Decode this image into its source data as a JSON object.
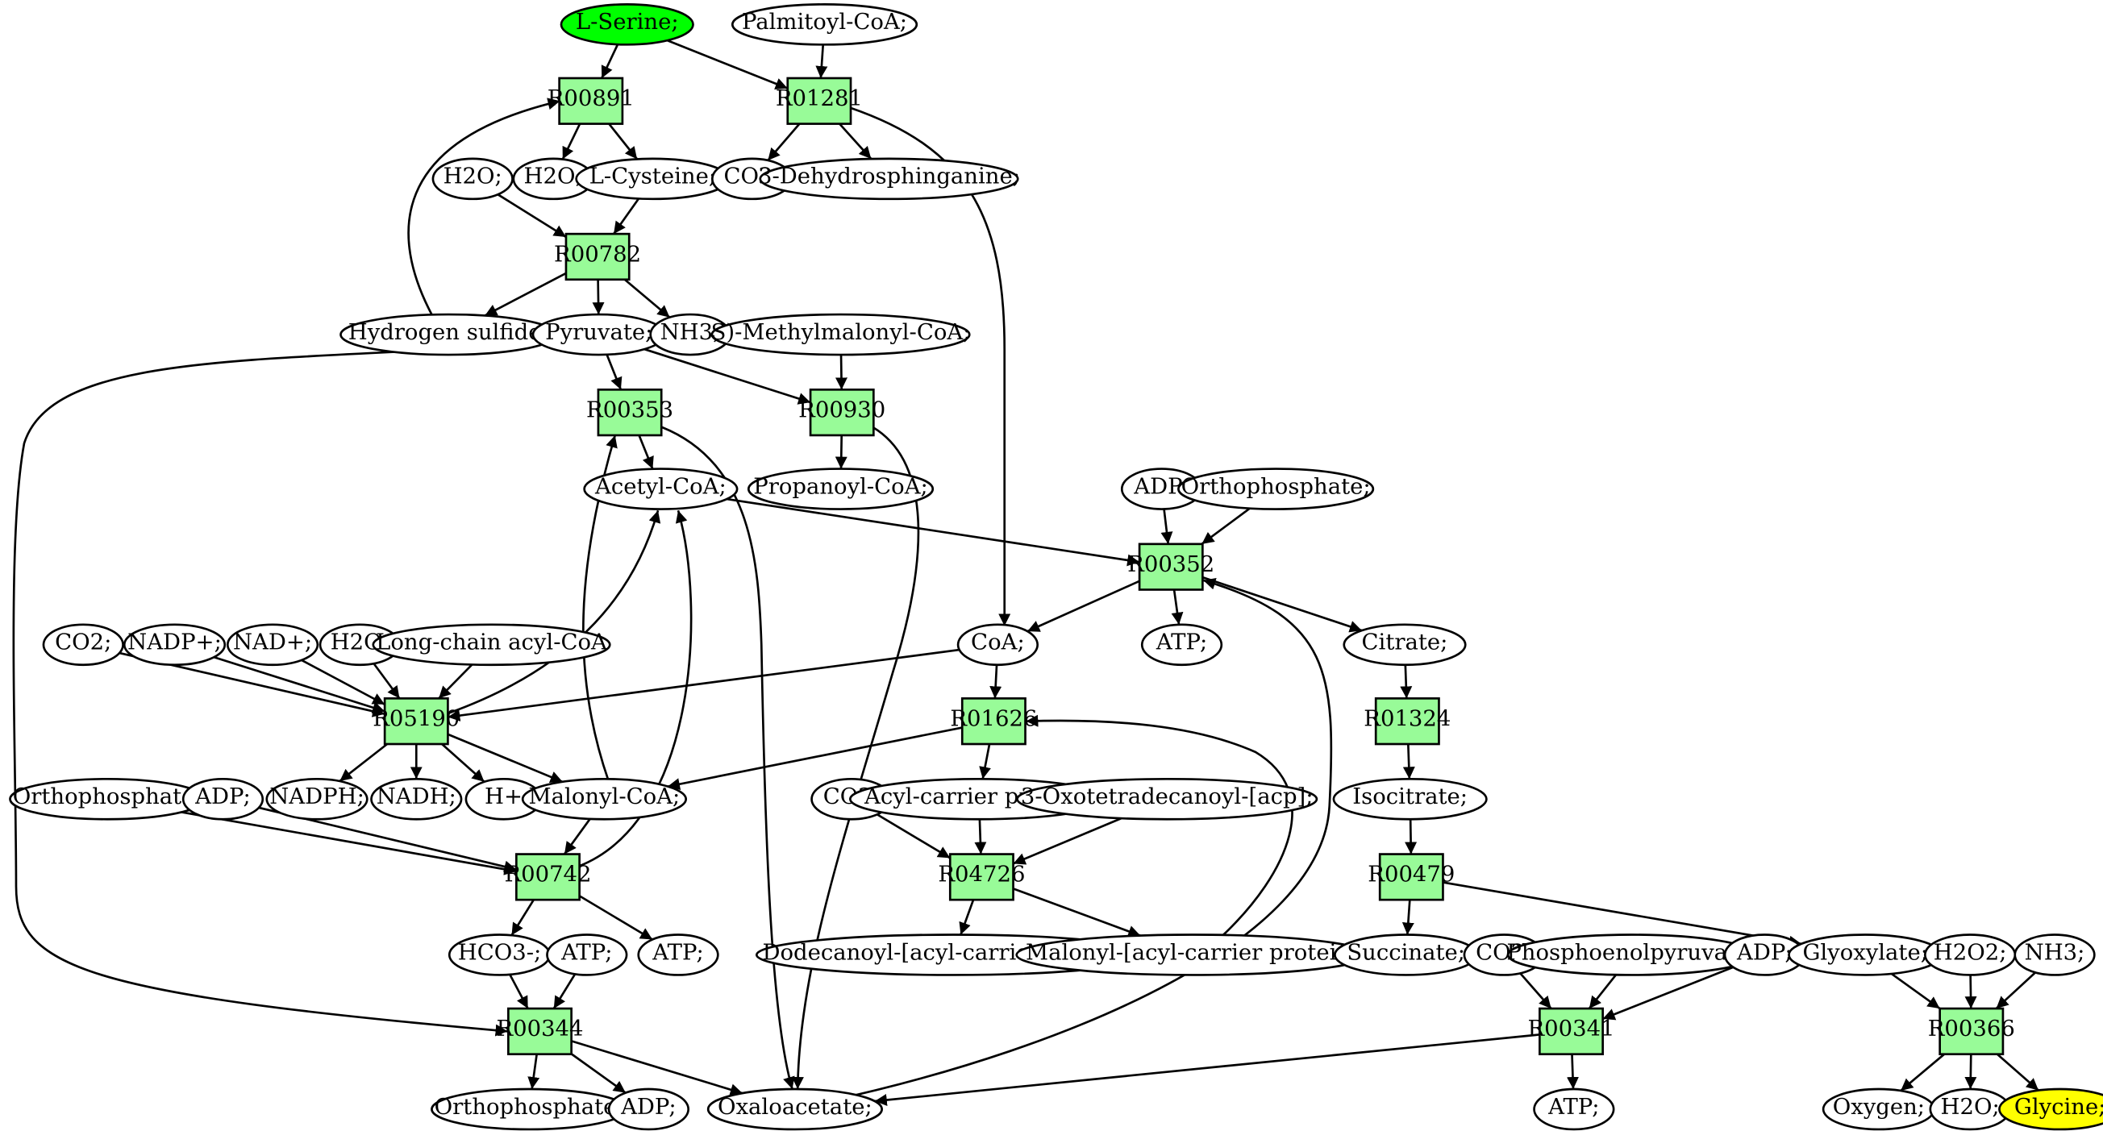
{
  "colors": {
    "reaction_fill": "#98fb98",
    "source_fill": "#00ff00",
    "target_fill": "#ffff00",
    "node_fill": "#ffffff",
    "stroke": "#000000"
  },
  "reactions": [
    {
      "id": "R00891"
    },
    {
      "id": "R01281"
    },
    {
      "id": "R00782"
    },
    {
      "id": "R00353"
    },
    {
      "id": "R00930"
    },
    {
      "id": "R00352"
    },
    {
      "id": "R05190"
    },
    {
      "id": "R01626"
    },
    {
      "id": "R01324"
    },
    {
      "id": "R00742"
    },
    {
      "id": "R04726"
    },
    {
      "id": "R00479"
    },
    {
      "id": "R00344"
    },
    {
      "id": "R00341"
    },
    {
      "id": "R00366"
    }
  ],
  "compounds": [
    {
      "id": "lserine",
      "label": "L-Serine;",
      "role": "source"
    },
    {
      "id": "palmitoyl",
      "label": "Palmitoyl-CoA;"
    },
    {
      "id": "h2o_a",
      "label": "H2O;"
    },
    {
      "id": "h2o_b",
      "label": "H2O;"
    },
    {
      "id": "lcysteine",
      "label": "L-Cysteine;"
    },
    {
      "id": "co2_a",
      "label": "CO2;"
    },
    {
      "id": "dehydro",
      "label": "3-Dehydrosphinganine;"
    },
    {
      "id": "h2s",
      "label": "Hydrogen sulfide;"
    },
    {
      "id": "pyruvate",
      "label": "Pyruvate;"
    },
    {
      "id": "nh3_a",
      "label": "NH3;"
    },
    {
      "id": "smethyl",
      "label": "S)-Methylmalonyl-CoA;"
    },
    {
      "id": "acetylcoa",
      "label": "Acetyl-CoA;"
    },
    {
      "id": "propanoyl",
      "label": "Propanoyl-CoA;"
    },
    {
      "id": "adp_a",
      "label": "ADP;"
    },
    {
      "id": "ortho_a",
      "label": "Orthophosphate;"
    },
    {
      "id": "co2_b",
      "label": "CO2;"
    },
    {
      "id": "nadpp",
      "label": "NADP+;"
    },
    {
      "id": "nadp",
      "label": "NAD+;"
    },
    {
      "id": "h2o_c",
      "label": "H2O;"
    },
    {
      "id": "longchain",
      "label": "Long-chain acyl-CoA"
    },
    {
      "id": "coa",
      "label": "CoA;"
    },
    {
      "id": "atp_a",
      "label": "ATP;"
    },
    {
      "id": "citrate",
      "label": "Citrate;"
    },
    {
      "id": "nadph",
      "label": "NADPH;"
    },
    {
      "id": "nadh",
      "label": "NADH;"
    },
    {
      "id": "hplus",
      "label": "H+"
    },
    {
      "id": "malonylcoa",
      "label": "Malonyl-CoA;"
    },
    {
      "id": "ortho_b",
      "label": "Orthophosphate;"
    },
    {
      "id": "adp_b",
      "label": "ADP;"
    },
    {
      "id": "co2_c",
      "label": "CO2;"
    },
    {
      "id": "acp",
      "label": "Acyl-carrier protein;"
    },
    {
      "id": "oxotetra",
      "label": "3-Oxotetradecanoyl-[acp];"
    },
    {
      "id": "isocitrate",
      "label": "Isocitrate;"
    },
    {
      "id": "hco3",
      "label": "HCO3-;"
    },
    {
      "id": "atp_b",
      "label": "ATP;"
    },
    {
      "id": "atp_c",
      "label": "ATP;"
    },
    {
      "id": "dodecanoyl",
      "label": "Dodecanoyl-[acyl-carrier protein];"
    },
    {
      "id": "malonylacp",
      "label": "Malonyl-[acyl-carrier protein]"
    },
    {
      "id": "succinate",
      "label": "Succinate;"
    },
    {
      "id": "co2_d",
      "label": "CO2;"
    },
    {
      "id": "pep",
      "label": "Phosphoenolpyruvate;"
    },
    {
      "id": "adp_c",
      "label": "ADP;"
    },
    {
      "id": "glyoxylate",
      "label": "Glyoxylate;"
    },
    {
      "id": "h2o2",
      "label": "H2O2;"
    },
    {
      "id": "nh3_b",
      "label": "NH3;"
    },
    {
      "id": "ortho_c",
      "label": "Orthophosphate;"
    },
    {
      "id": "adp_d",
      "label": "ADP;"
    },
    {
      "id": "oxaloacetate",
      "label": "Oxaloacetate;"
    },
    {
      "id": "atp_d",
      "label": "ATP;"
    },
    {
      "id": "oxygen",
      "label": "Oxygen;"
    },
    {
      "id": "h2o_d",
      "label": "H2O;"
    },
    {
      "id": "glycine",
      "label": "Glycine;",
      "role": "target"
    }
  ],
  "edges": [
    [
      "lserine",
      "R00891"
    ],
    [
      "lserine",
      "R01281"
    ],
    [
      "palmitoyl",
      "R01281"
    ],
    [
      "R00891",
      "h2o_b"
    ],
    [
      "R00891",
      "lcysteine"
    ],
    [
      "h2s",
      "R00891"
    ],
    [
      "R01281",
      "co2_a"
    ],
    [
      "R01281",
      "dehydro"
    ],
    [
      "R01281",
      "coa"
    ],
    [
      "h2o_a",
      "R00782"
    ],
    [
      "lcysteine",
      "R00782"
    ],
    [
      "R00782",
      "h2s"
    ],
    [
      "R00782",
      "pyruvate"
    ],
    [
      "R00782",
      "nh3_a"
    ],
    [
      "pyruvate",
      "R00353"
    ],
    [
      "pyruvate",
      "R00930"
    ],
    [
      "pyruvate",
      "R00344"
    ],
    [
      "smethyl",
      "R00930"
    ],
    [
      "R00930",
      "propanoyl"
    ],
    [
      "R00930",
      "oxaloacetate"
    ],
    [
      "R00353",
      "acetylcoa"
    ],
    [
      "R00353",
      "oxaloacetate"
    ],
    [
      "malonylcoa",
      "R00353"
    ],
    [
      "R05190",
      "acetylcoa"
    ],
    [
      "R00742",
      "acetylcoa"
    ],
    [
      "acetylcoa",
      "R00352"
    ],
    [
      "adp_a",
      "R00352"
    ],
    [
      "ortho_a",
      "R00352"
    ],
    [
      "R00352",
      "coa"
    ],
    [
      "R00352",
      "atp_a"
    ],
    [
      "R00352",
      "citrate"
    ],
    [
      "oxaloacetate",
      "R00352"
    ],
    [
      "co2_b",
      "R05190"
    ],
    [
      "nadpp",
      "R05190"
    ],
    [
      "nadp",
      "R05190"
    ],
    [
      "h2o_c",
      "R05190"
    ],
    [
      "longchain",
      "R05190"
    ],
    [
      "coa",
      "R05190"
    ],
    [
      "R05190",
      "nadph"
    ],
    [
      "R05190",
      "nadh"
    ],
    [
      "R05190",
      "hplus"
    ],
    [
      "R05190",
      "malonylcoa"
    ],
    [
      "coa",
      "R01626"
    ],
    [
      "R01626",
      "malonylcoa"
    ],
    [
      "R01626",
      "acp"
    ],
    [
      "malonylacp",
      "R01626"
    ],
    [
      "citrate",
      "R01324"
    ],
    [
      "R01324",
      "isocitrate"
    ],
    [
      "malonylcoa",
      "R00742"
    ],
    [
      "ortho_b",
      "R00742"
    ],
    [
      "adp_b",
      "R00742"
    ],
    [
      "R00742",
      "hco3"
    ],
    [
      "R00742",
      "atp_c"
    ],
    [
      "co2_c",
      "R04726"
    ],
    [
      "acp",
      "R04726"
    ],
    [
      "oxotetra",
      "R04726"
    ],
    [
      "R04726",
      "dodecanoyl"
    ],
    [
      "R04726",
      "malonylacp"
    ],
    [
      "isocitrate",
      "R00479"
    ],
    [
      "R00479",
      "succinate"
    ],
    [
      "R00479",
      "glyoxylate"
    ],
    [
      "hco3",
      "R00344"
    ],
    [
      "atp_b",
      "R00344"
    ],
    [
      "R00344",
      "ortho_c"
    ],
    [
      "R00344",
      "adp_d"
    ],
    [
      "R00344",
      "oxaloacetate"
    ],
    [
      "co2_d",
      "R00341"
    ],
    [
      "pep",
      "R00341"
    ],
    [
      "adp_c",
      "R00341"
    ],
    [
      "R00341",
      "oxaloacetate"
    ],
    [
      "R00341",
      "atp_d"
    ],
    [
      "glyoxylate",
      "R00366"
    ],
    [
      "h2o2",
      "R00366"
    ],
    [
      "nh3_b",
      "R00366"
    ],
    [
      "R00366",
      "oxygen"
    ],
    [
      "R00366",
      "h2o_d"
    ],
    [
      "R00366",
      "glycine"
    ]
  ]
}
